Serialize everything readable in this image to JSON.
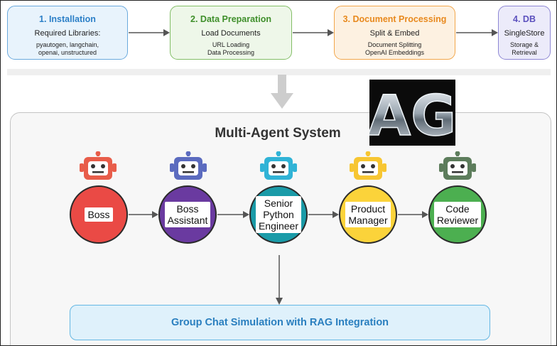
{
  "pipeline": [
    {
      "title": "1. Installation",
      "subtitle": "Required Libraries:",
      "detail": "pyautogen, langchain,\nopenai, unstructured"
    },
    {
      "title": "2. Data Preparation",
      "subtitle": "Load Documents",
      "detail": "URL Loading\nData Processing"
    },
    {
      "title": "3. Document Processing",
      "subtitle": "Split & Embed",
      "detail": "Document Splitting\nOpenAI Embeddings"
    },
    {
      "title": "4. DB",
      "subtitle": "SingleStore",
      "detail": "Storage &\nRetrieval"
    }
  ],
  "logo": {
    "text": "AG"
  },
  "system": {
    "title": "Multi-Agent System",
    "agents": [
      {
        "label": "Boss",
        "color": "#ea4a45",
        "icon": "robot-icon",
        "icon_color": "#e85d4a"
      },
      {
        "label": "Boss\nAssistant",
        "color": "#6a3aa0",
        "icon": "robot-icon",
        "icon_color": "#5b6bbf"
      },
      {
        "label": "Senior\nPython\nEngineer",
        "color": "#1a9ba8",
        "icon": "robot-icon",
        "icon_color": "#30b3d6"
      },
      {
        "label": "Product\nManager",
        "color": "#fbd33a",
        "icon": "robot-icon",
        "icon_color": "#f7c632"
      },
      {
        "label": "Code\nReviewer",
        "color": "#4caf50",
        "icon": "robot-icon",
        "icon_color": "#5d7d5c"
      }
    ],
    "output": "Group Chat Simulation with RAG Integration"
  }
}
